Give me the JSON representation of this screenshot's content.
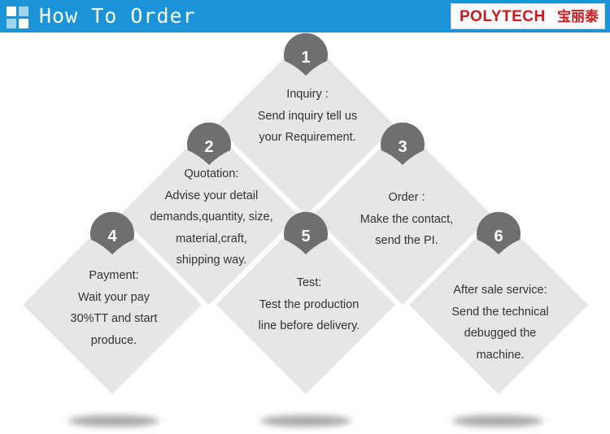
{
  "header": {
    "title": "How To Order",
    "logo_text": "POLYTECH",
    "logo_cn": "宝丽泰"
  },
  "colors": {
    "header_bg": "#1a93d8",
    "brand_red": "#c8191f",
    "tile_bg": "#e6e6e6",
    "badge_bg": "#6f6f6f"
  },
  "steps": [
    {
      "number": "1",
      "lines": [
        "Inquiry :",
        "Send inquiry tell us",
        "your Requirement."
      ]
    },
    {
      "number": "2",
      "lines": [
        "Quotation:",
        "Advise your detail",
        "demands,quantity, size,",
        "material,craft,",
        "shipping way."
      ]
    },
    {
      "number": "3",
      "lines": [
        "Order :",
        "Make the contact,",
        "send the PI."
      ]
    },
    {
      "number": "4",
      "lines": [
        "Payment:",
        "Wait your pay",
        "30%TT and start",
        "produce."
      ]
    },
    {
      "number": "5",
      "lines": [
        "Test:",
        "Test the production",
        "line before delivery."
      ]
    },
    {
      "number": "6",
      "lines": [
        "After sale service:",
        "Send the technical",
        "debugged the",
        "machine."
      ]
    }
  ]
}
